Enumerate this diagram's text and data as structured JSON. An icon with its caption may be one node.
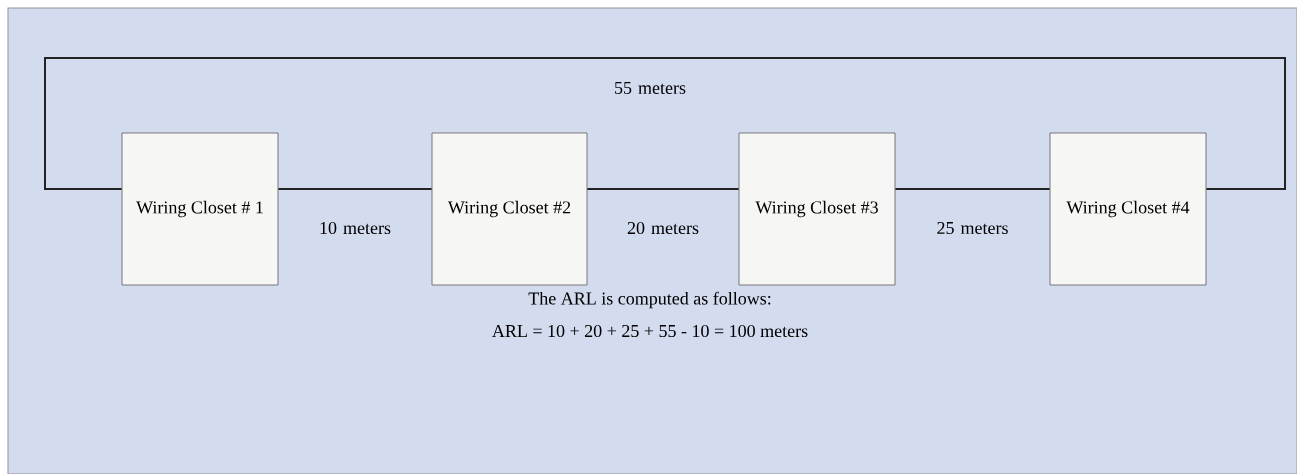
{
  "diagram": {
    "nodes": [
      {
        "text": [
          "Wiring Closet # 1"
        ]
      },
      {
        "text": [
          "Wiring Closet #2"
        ]
      },
      {
        "text": [
          "Wiring Closet #3"
        ]
      },
      {
        "text": [
          "Wiring Closet #4"
        ]
      }
    ],
    "edges": [
      {
        "from": 0,
        "to": 1,
        "arrow": "none",
        "label": "10 meters"
      },
      {
        "from": 1,
        "to": 2,
        "arrow": "none",
        "label": "20 meters"
      },
      {
        "from": 2,
        "to": 3,
        "arrow": "none",
        "label": "25 meters"
      },
      {
        "from": 3,
        "to": 0,
        "arrow": "none",
        "label": "55 meters"
      }
    ],
    "labels": [
      "The ARL is computed as follows:",
      "ARL = 10 + 20 + 25 + 55 - 10 = 100 meters"
    ]
  }
}
